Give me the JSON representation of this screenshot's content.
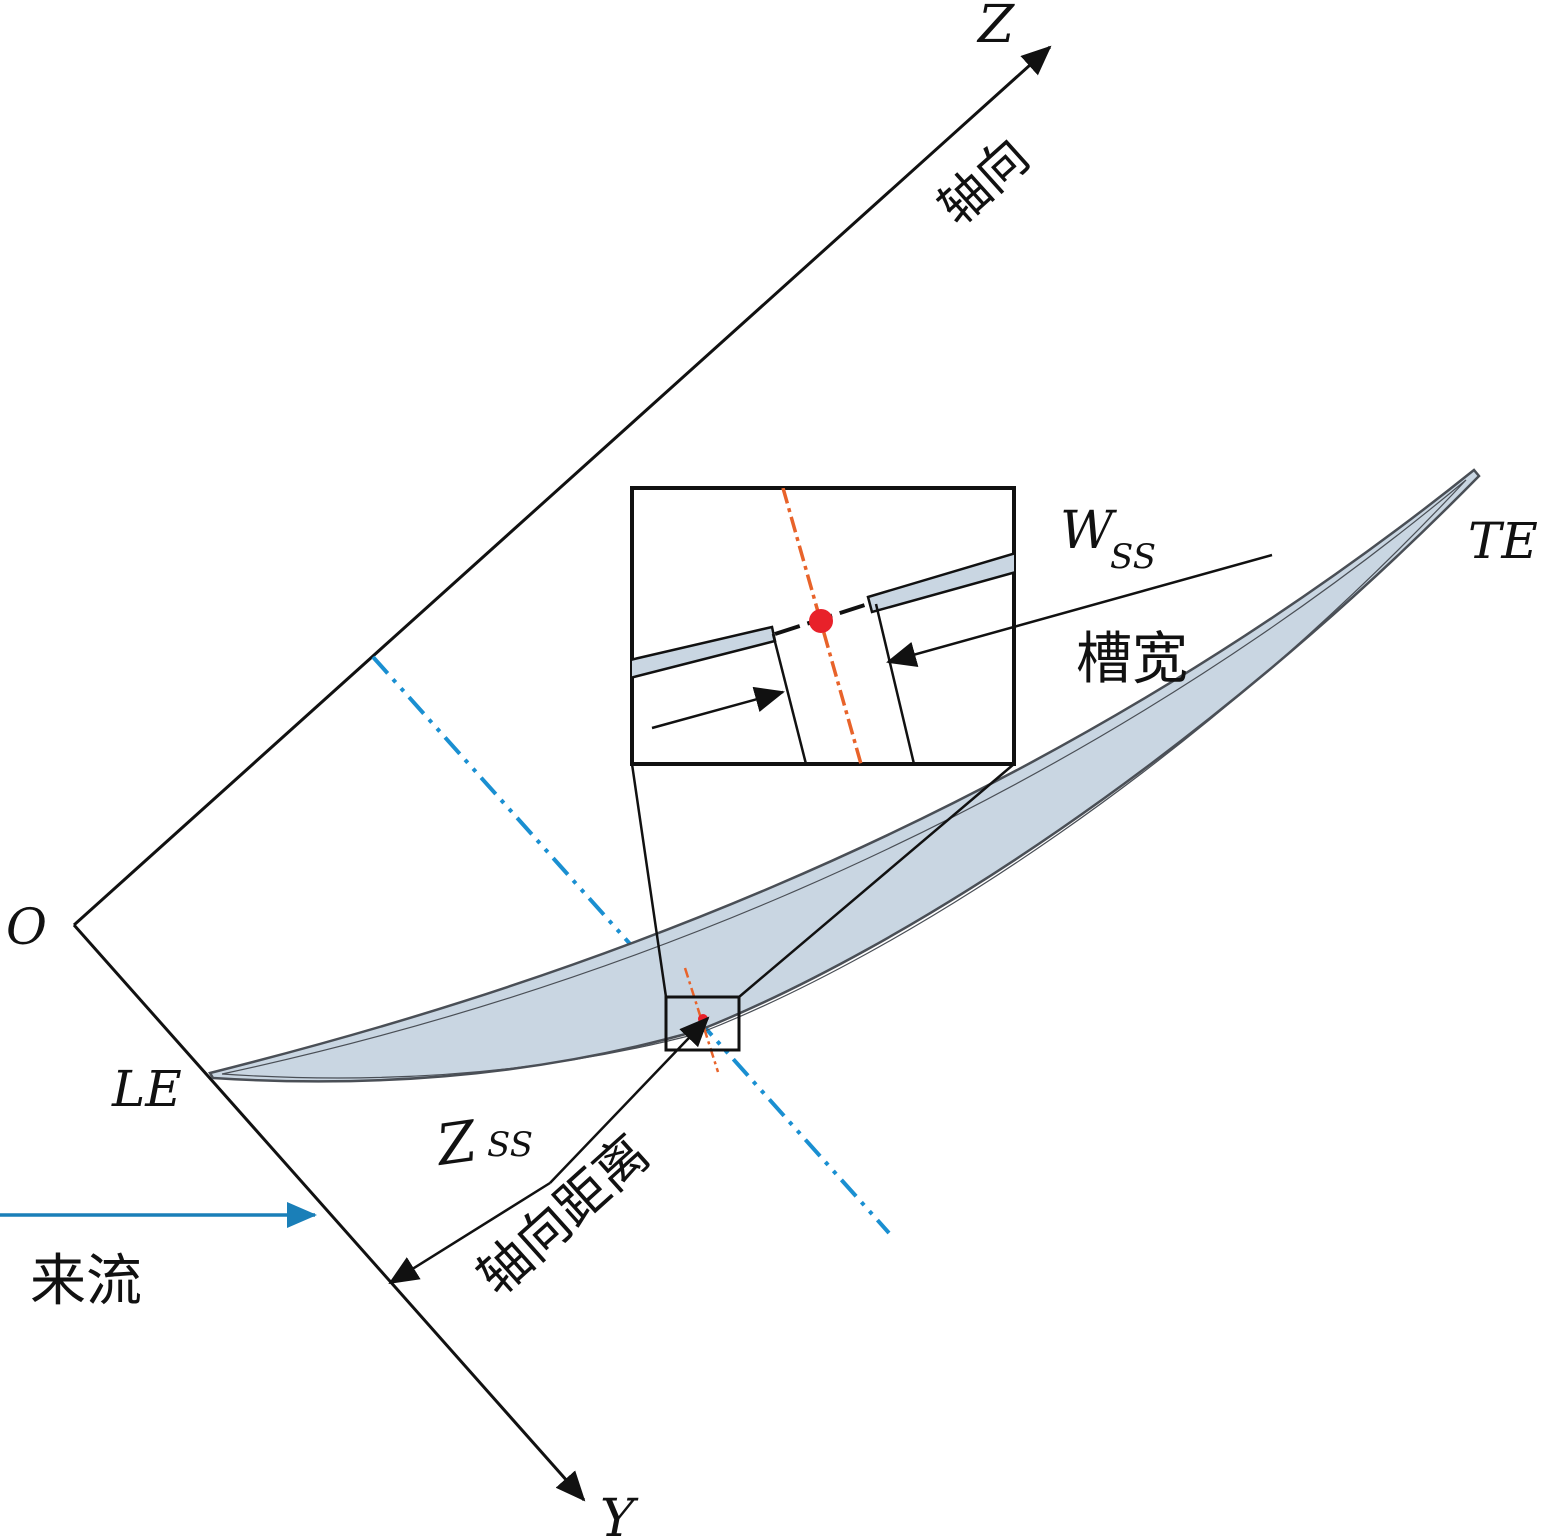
{
  "labels": {
    "z_axis": "Z",
    "y_axis": "Y",
    "origin": "O",
    "axial_direction": "轴向",
    "leading_edge": "LE",
    "trailing_edge": "TE",
    "slot_width_symbol_main": "W",
    "slot_width_symbol_sub": "SS",
    "slot_width": "槽宽",
    "axial_distance_symbol_main": "Z",
    "axial_distance_symbol_sub": "SS",
    "axial_distance": "轴向距离",
    "incoming_flow": "来流"
  },
  "colors": {
    "axis_line": "#111111",
    "blade_fill": "#c9d6e2",
    "blade_outline": "#4a4f56",
    "blue_dashdot": "#1a8fd1",
    "orange_dashdot": "#e8632a",
    "slot_marker": "#e8212a",
    "flow_arrow": "#1a7fb8"
  }
}
